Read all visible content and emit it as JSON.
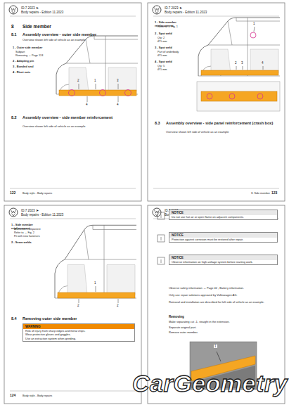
{
  "diagram": {
    "nodes": [
      {
        "text": [
          "WARNING",
          "Risk of injury from sharp edges and metal chips.",
          "Wear protective gloves and goggles.",
          "Use an extraction system when grinding."
        ]
      },
      {
        "text": [
          "NOTICE",
          "Do not use hot air or open flame on adjacent components."
        ]
      },
      {
        "text": [
          "NOTICE",
          "Protection against corrosion must be restored after repair."
        ]
      },
      {
        "text": [
          "NOTICE",
          "Observe information on high-voltage system before starting work."
        ]
      }
    ],
    "labels": [
      "ID.7 2023 ➤",
      "Body repairs - Edition 11.2023",
      "8",
      "Side member",
      "8.1",
      "Assembly overview - outer side member",
      "Overview shown left side of vehicle as an example",
      "1 - Outer side member",
      "Subpart",
      "Removing → Page 124",
      "2 - Adapting pin",
      "3 - Bonded seal",
      "4 - Rivet nuts",
      "1",
      "2",
      "3",
      "4",
      "4",
      "8.2",
      "Assembly overview - side member reinforcement",
      "Overview shown left side of vehicle as an example",
      "122",
      "Body style - Body repairs",
      "ID.7 2023 ➤",
      "Body repairs - Edition 11.2023",
      "1 - Side member reinforcement",
      "Refer to → Fig. 1",
      "2 - Spot weld",
      "Qty: 2",
      "Ø 5 mm",
      "3 - Spot weld",
      "Part of underbody",
      "Ø 5 mm",
      "4 - Spot weld",
      "Qty: 5",
      "Ø 5 mm",
      "1",
      "2",
      "3",
      "4",
      "8.3",
      "Assembly overview - side panel reinforcement (crash box)",
      "Overview shown left side of vehicle as an example",
      "8. Side member",
      "123",
      "ID.7 2023 ➤",
      "Body repairs - Edition 11.2023",
      "1 - Side member reinforcement",
      "Aluminium component",
      "Refer to → Fig. 2",
      "Fit with new fasteners",
      "2 - Seam welds",
      "1",
      "2",
      "2",
      "8.4",
      "Removing outer side member",
      "124",
      "Body style - Body repairs",
      "ID.7 2023 ➤",
      "Body repairs - Edition 11.2023",
      "Observe safety information → Page 42 , Battery information.",
      "Only use repair solutions approved by Volkswagen AG.",
      "Removal and installation are described for left side of vehicle as an example.",
      "Removing",
      "Make separating cut -1- straight in the extension.",
      "Separate original part.",
      "Remove outer member.",
      "1",
      "CarGeometry"
    ]
  }
}
